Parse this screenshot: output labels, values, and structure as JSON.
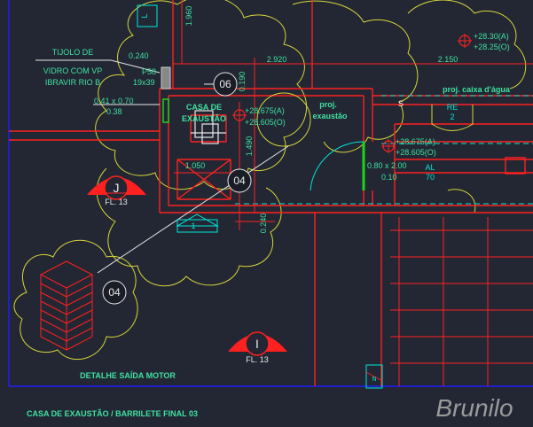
{
  "colors": {
    "background": "#222733",
    "wall": "#ff2020",
    "tree": "#d6d63a",
    "dim": "#00e8d8",
    "label": "#e8e8e8",
    "frame": "#2020c8",
    "green": "#20d020",
    "text_green": "#40e0a0"
  },
  "labels": {
    "tijolo_line1": "TIJOLO DE",
    "tijolo_line2": "VIDRO COM VP",
    "tijolo_line3": "IBRAVIR RIO B",
    "p58": "P58",
    "p58_size": "19x39",
    "win_size": "0.41 x 0.70",
    "win_sill": "0.38",
    "casa_line1": "CASA DE",
    "casa_line2": "EXAUSTÃO",
    "proj_line1": "proj.",
    "proj_line2": "exaustão",
    "proj_caixa": "proj. caixa d'água",
    "re": "RE",
    "re_num": "2",
    "al": "AL",
    "al_num": "70",
    "s_mark": "S",
    "door_size": "0.80 x 2.00",
    "door_sill": "0.10",
    "detalhe": "DETALHE SAÍDA MOTOR",
    "bottom_title": "CASA DE EXAUSTÃO / BARRILETE FINAL 03",
    "signature": "Brunilo"
  },
  "levels": {
    "top_right_a": "+28.30(A)",
    "top_right_o": "+28.25(O)",
    "mid_a": "+28.675(A)",
    "mid_o": "+28.605(O)",
    "right_a": "+28.675(A)",
    "right_o": "+28.605(O)"
  },
  "dims": {
    "d1960": "1.960",
    "d0240_top": "0.240",
    "d2920": "2.920",
    "d2150": "2.150",
    "d0190": "0.190",
    "d1490": "1.490",
    "d1050": "1.050",
    "d0240_side": "0.240"
  },
  "sections": {
    "j_letter": "J",
    "j_sheet": "FL. 13",
    "i_letter": "I",
    "i_sheet": "FL. 13",
    "mark_1": "1",
    "mark_n": "N",
    "mark_l": "L"
  },
  "callouts": {
    "c06": "06",
    "c04_a": "04",
    "c04_b": "04"
  }
}
